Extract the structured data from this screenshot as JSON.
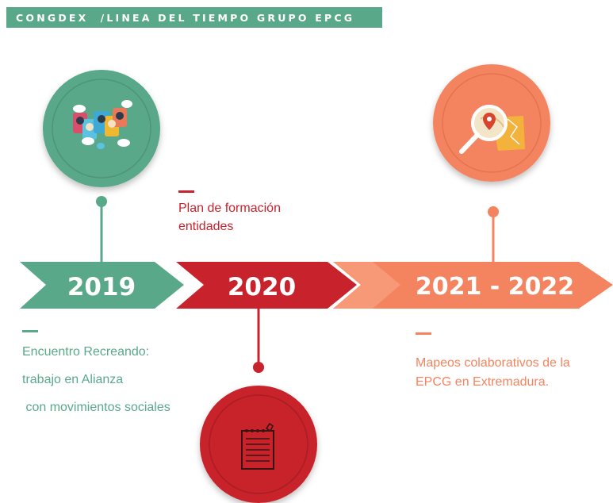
{
  "header": {
    "title": "CONGDEX  /LINEA DEL TIEMPO GRUPO EPCG"
  },
  "colors": {
    "green": "#5aa88a",
    "red": "#c8232c",
    "coral": "#f4845f",
    "white": "#ffffff"
  },
  "timeline": [
    {
      "year": "2019",
      "icon": "people-chat-icon",
      "lines": [
        "Encuentro Recreando:",
        "trabajo en Alianza",
        " con movimientos sociales"
      ]
    },
    {
      "year": "2020",
      "icon": "document-checklist-icon",
      "lines": [
        "Plan de formación",
        "entidades"
      ]
    },
    {
      "year": "2021 - 2022",
      "icon": "magnifier-map-icon",
      "lines": [
        "Mapeos colaborativos de la",
        "EPCG en Extremadura."
      ]
    }
  ]
}
